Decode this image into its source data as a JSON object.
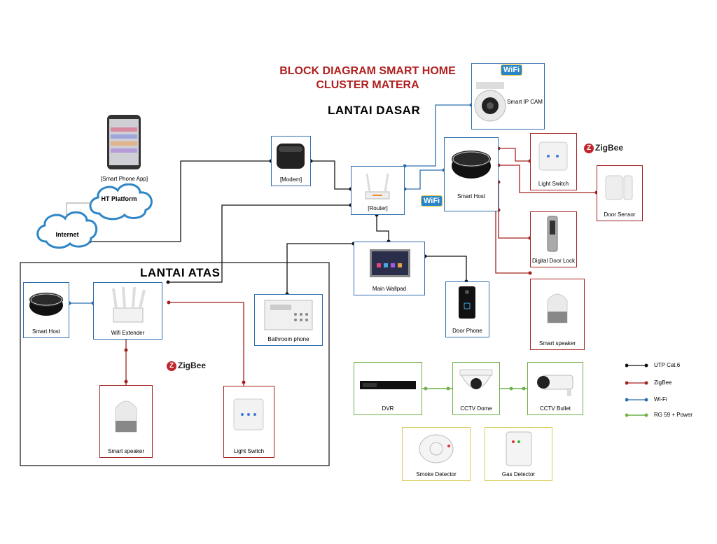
{
  "title": {
    "line1": "BLOCK DIAGRAM SMART HOME",
    "line2": "CLUSTER MATERA"
  },
  "floors": {
    "ground": "LANTAI DASAR",
    "upper": "LANTAI ATAS"
  },
  "devices": {
    "smart_phone_app": "[Smart Phone App]",
    "ht_platform": "HT Platform",
    "internet": "Internet",
    "modem": "[Modem]",
    "router": "[Router]",
    "smart_ip_cam": "Smart IP CAM",
    "smart_host_ground": "Smart Host",
    "light_switch_ground": "Light Switch",
    "door_sensor": "Door Sensor",
    "digital_door_lock": "Digital  Door Lock",
    "smart_speaker_ground": "Smart speaker",
    "main_wallpad": "Main Wallpad",
    "door_phone": "Door Phone",
    "bathroom_phone": "Bathroom phone",
    "smart_host_upper": "Smart Host",
    "wifi_extender": "Wifi Extender",
    "smart_speaker_upper": "Smart speaker",
    "light_switch_upper": "Light Switch",
    "dvr": "DVR",
    "cctv_dome": "CCTV Dome",
    "cctv_bullet": "CCTV Bullet",
    "smoke_detector": "Smoke Detector",
    "gas_detector": "Gas Detector"
  },
  "badges": {
    "zigbee": "ZigBee",
    "wifi": "WiFi"
  },
  "legend": [
    {
      "label": "UTP Cat.6",
      "color": "#111111"
    },
    {
      "label": "ZigBee",
      "color": "#a3211f"
    },
    {
      "label": "Wi-Fi",
      "color": "#2f6fae"
    },
    {
      "label": "RG 59 + Power",
      "color": "#6fb14b"
    }
  ]
}
